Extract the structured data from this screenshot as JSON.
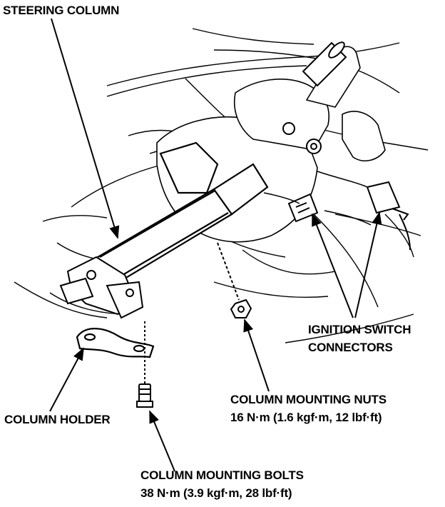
{
  "labels": {
    "steering_column": "STEERING COLUMN",
    "ignition_switch_line1": "IGNITION SWITCH",
    "ignition_switch_line2": "CONNECTORS",
    "nuts_title": "COLUMN MOUNTING NUTS",
    "nuts_torque": "16 N·m (1.6 kgf·m, 12 lbf·ft)",
    "column_holder": "COLUMN HOLDER",
    "bolts_title": "COLUMN MOUNTING BOLTS",
    "bolts_torque": "38 N·m (3.9 kgf·m, 28 lbf·ft)"
  },
  "colors": {
    "ink": "#000000",
    "paper": "#ffffff"
  }
}
